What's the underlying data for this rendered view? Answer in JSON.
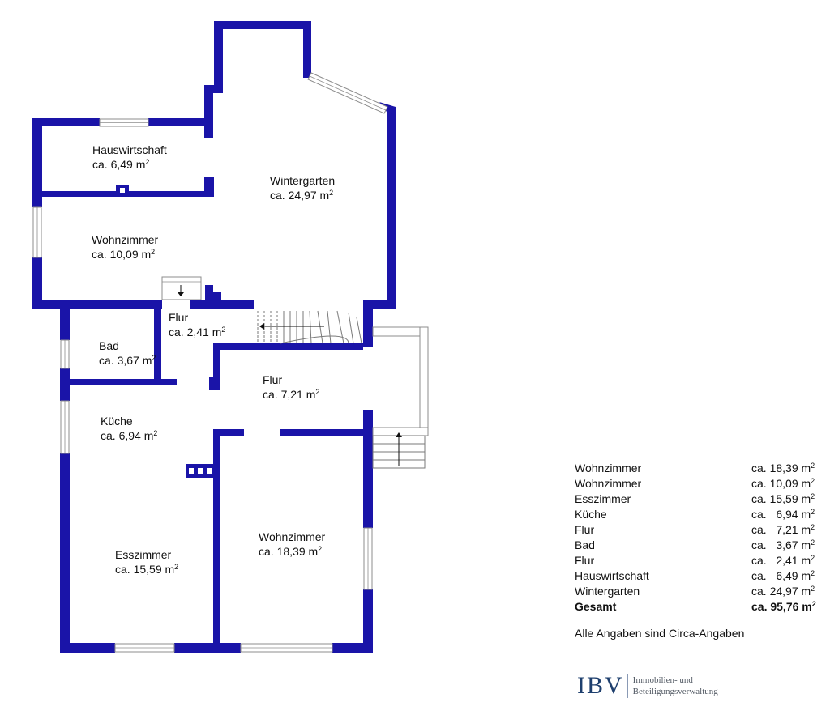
{
  "colors": {
    "wall": "#1a14a8",
    "window_fill": "#ffffff",
    "window_line": "#8c8c8c",
    "stairs": "#7a7a7a",
    "text": "#111111",
    "logo": "#1e3f6e"
  },
  "rooms": [
    {
      "id": "hauswirtschaft",
      "name": "Hauswirtschaft",
      "area": "ca. 6,49 m",
      "unit_sup": "2"
    },
    {
      "id": "wintergarten",
      "name": "Wintergarten",
      "area": "ca. 24,97 m",
      "unit_sup": "2"
    },
    {
      "id": "wohnzimmer-small",
      "name": "Wohnzimmer",
      "area": "ca. 10,09 m",
      "unit_sup": "2"
    },
    {
      "id": "flur-small",
      "name": "Flur",
      "area": "ca. 2,41 m",
      "unit_sup": "2"
    },
    {
      "id": "bad",
      "name": "Bad",
      "area": "ca. 3,67 m",
      "unit_sup": "2"
    },
    {
      "id": "flur-large",
      "name": "Flur",
      "area": "ca. 7,21 m",
      "unit_sup": "2"
    },
    {
      "id": "kueche",
      "name": "Küche",
      "area": "ca. 6,94 m",
      "unit_sup": "2"
    },
    {
      "id": "wohnzimmer-large",
      "name": "Wohnzimmer",
      "area": "ca. 18,39 m",
      "unit_sup": "2"
    },
    {
      "id": "esszimmer",
      "name": "Esszimmer",
      "area": "ca. 15,59 m",
      "unit_sup": "2"
    }
  ],
  "area_table": {
    "rows": [
      {
        "name": "Wohnzimmer",
        "value": "ca. 18,39 m",
        "sup": "2"
      },
      {
        "name": "Wohnzimmer",
        "value": "ca. 10,09 m",
        "sup": "2"
      },
      {
        "name": "Esszimmer",
        "value": "ca. 15,59 m",
        "sup": "2"
      },
      {
        "name": "Küche",
        "value": "ca.   6,94 m",
        "sup": "2"
      },
      {
        "name": "Flur",
        "value": "ca.   7,21 m",
        "sup": "2"
      },
      {
        "name": "Bad",
        "value": "ca.   3,67 m",
        "sup": "2"
      },
      {
        "name": "Flur",
        "value": "ca.   2,41 m",
        "sup": "2"
      },
      {
        "name": "Hauswirtschaft",
        "value": "ca.   6,49 m",
        "sup": "2"
      },
      {
        "name": "Wintergarten",
        "value": "ca. 24,97 m",
        "sup": "2"
      }
    ],
    "total": {
      "name": "Gesamt",
      "value": "ca. 95,76 m",
      "sup": "2"
    },
    "note": "Alle Angaben sind Circa-Angaben"
  },
  "logo": {
    "mark": "IBV",
    "line1": "Immobilien- und",
    "line2": "Beteiligungsverwaltung"
  }
}
